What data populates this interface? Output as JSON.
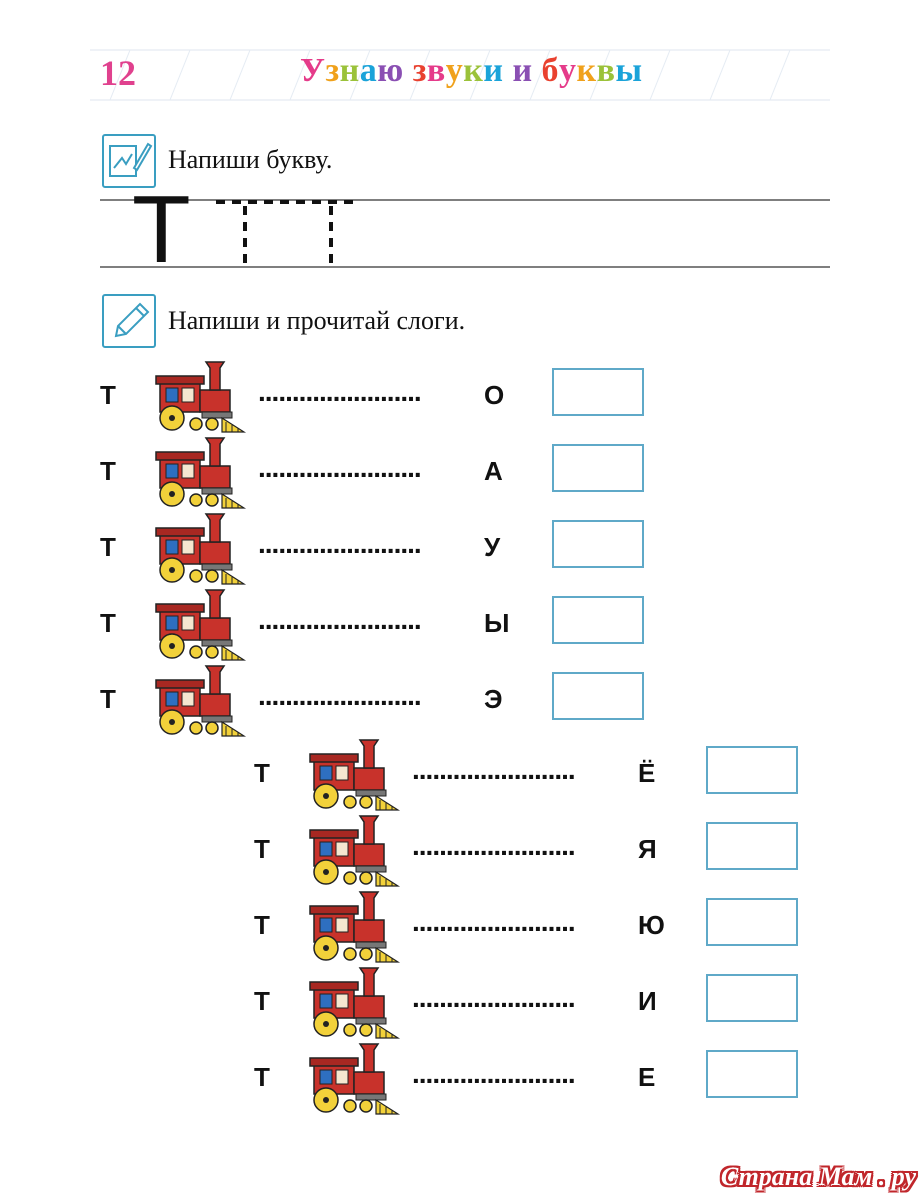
{
  "header": {
    "page_number": "12",
    "title": "Узнаю звуки и буквы",
    "title_colors": [
      "#e53b8a",
      "#f0a11b",
      "#9bc23a",
      "#1aa3d9",
      "#8a4fb3",
      "#e9412f"
    ]
  },
  "task1": {
    "icon": "pen-paper-icon",
    "instruction": "Напиши букву.",
    "letter": "Т"
  },
  "task2": {
    "icon": "pencil-icon",
    "instruction": "Напиши и прочитай слоги."
  },
  "rows": [
    {
      "consonant": "Т",
      "dots": "........................",
      "vowel": "О"
    },
    {
      "consonant": "Т",
      "dots": "........................",
      "vowel": "А"
    },
    {
      "consonant": "Т",
      "dots": "........................",
      "vowel": "У"
    },
    {
      "consonant": "Т",
      "dots": "........................",
      "vowel": "Ы"
    },
    {
      "consonant": "Т",
      "dots": "........................",
      "vowel": "Э"
    },
    {
      "consonant": "Т",
      "dots": "........................",
      "vowel": "Ё"
    },
    {
      "consonant": "Т",
      "dots": "........................",
      "vowel": "Я"
    },
    {
      "consonant": "Т",
      "dots": "........................",
      "vowel": "Ю"
    },
    {
      "consonant": "Т",
      "dots": "........................",
      "vowel": "И"
    },
    {
      "consonant": "Т",
      "dots": "........................",
      "vowel": "Е"
    }
  ],
  "watermark": "Страна Мам . ру",
  "colors": {
    "accent_blue": "#3a9ec1",
    "train_red": "#c8322b",
    "train_yellow": "#f2d13a",
    "train_blue": "#2e6fc0"
  }
}
